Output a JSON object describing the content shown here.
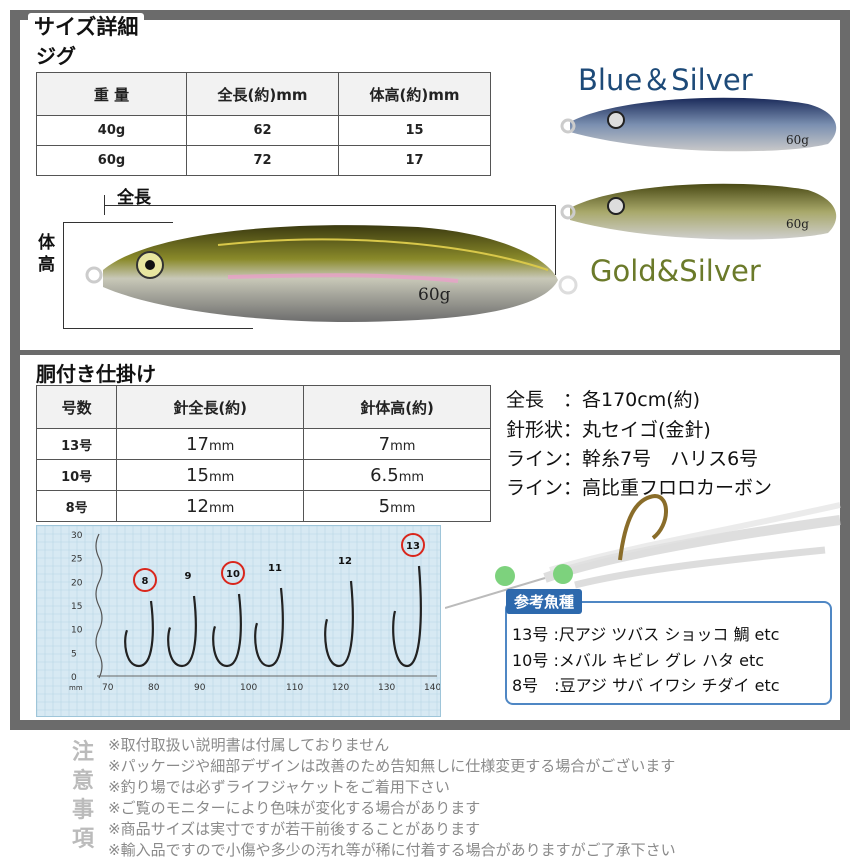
{
  "section_title": "サイズ詳細",
  "jig": {
    "heading": "ジグ",
    "headers": [
      "重 量",
      "全長(約)mm",
      "体高(約)mm"
    ],
    "rows": [
      [
        "40g",
        "62",
        "15"
      ],
      [
        "60g",
        "72",
        "17"
      ]
    ],
    "diagram": {
      "length_label": "全長",
      "height_label": "体高",
      "weight_mark": "60g"
    },
    "colors": [
      {
        "name": "Blue＆Silver",
        "weight_mark": "60g"
      },
      {
        "name": "Gold&Silver",
        "weight_mark": "60g"
      }
    ]
  },
  "rig": {
    "heading": "胴付き仕掛け",
    "headers": [
      "号数",
      "針全長(約)",
      "針体高(約)"
    ],
    "rows": [
      {
        "size": "13号",
        "length": "17",
        "height": "7",
        "unit": "mm"
      },
      {
        "size": "10号",
        "length": "15",
        "height": "6.5",
        "unit": "mm"
      },
      {
        "size": "8号",
        "length": "12",
        "height": "5",
        "unit": "mm"
      }
    ],
    "info": [
      "全長　：各170cm(約)",
      "針形状：丸セイゴ(金針)",
      "ライン：幹糸7号　ハリス6号",
      "ライン：高比重フロロカーボン"
    ]
  },
  "hook_chart": {
    "y_ticks": [
      "30",
      "25",
      "20",
      "15",
      "10",
      "5",
      "0"
    ],
    "y_unit": "mm",
    "x_ticks": [
      "70",
      "80",
      "90",
      "100",
      "110",
      "120",
      "130",
      "140"
    ],
    "hook_labels": [
      "8",
      "9",
      "10",
      "11",
      "12",
      "13"
    ],
    "circled": [
      "8",
      "10",
      "13"
    ]
  },
  "reference": {
    "title": "参考魚種",
    "lines": [
      "13号 :尺アジ ツバス ショッコ 鯛 etc",
      "10号 :メバル キビレ グレ ハタ etc",
      "8号　:豆アジ サバ イワシ チダイ etc"
    ]
  },
  "notes": {
    "heading": [
      "注",
      "意",
      "事",
      "項"
    ],
    "items": [
      "※取付取扱い説明書は付属しておりません",
      "※パッケージや細部デザインは改善のため告知無しに仕様変更する場合がございます",
      "※釣り場では必ずライフジャケットをご着用下さい",
      "※ご覧のモニターにより色味が変化する場合があります",
      "※商品サイズは実寸ですが若干前後することがあります",
      "※輸入品ですので小傷や多少の汚れ等が稀に付着する場合がありますがご了承下さい"
    ]
  },
  "palette": {
    "frame": "#6b6b6b",
    "table_border": "#555555",
    "ref_border": "#4f87c4",
    "ref_title_bg": "#2d69ad",
    "circle": "#d9261c"
  }
}
